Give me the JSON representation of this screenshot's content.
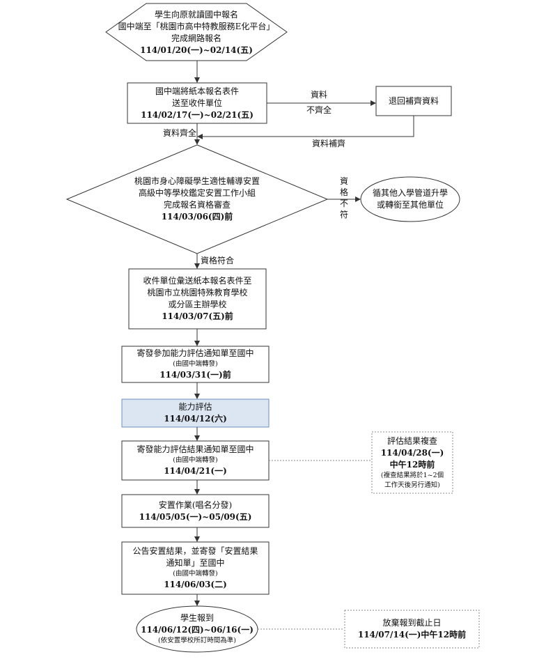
{
  "nodes": {
    "registration": {
      "lines": [
        "學生向原就讀國中報名",
        "國中端至「桃園市高中特教服務E化平台」",
        "完成網路報名"
      ],
      "date": "114/01/20(一)~02/14(五)"
    },
    "submit_paper": {
      "lines": [
        "國中端將紙本報名表件",
        "送至收件單位"
      ],
      "date": "114/02/17(一)~02/21(五)"
    },
    "return_docs": {
      "lines": [
        "退回補齊資料"
      ]
    },
    "review": {
      "lines": [
        "桃園市身心障礙學生適性輔導安置",
        "高級中等學校鑑定安置工作小組",
        "完成報名資格審查"
      ],
      "date": "114/03/06(四)前"
    },
    "other_path": {
      "lines": [
        "循其他入學管道升學",
        "或轉銜至其他單位"
      ]
    },
    "forward": {
      "lines": [
        "收件單位彙送紙本報名表件至",
        "桃園市立桃園特殊教育學校",
        "或分區主辦學校"
      ],
      "date": "114/03/07(五)前"
    },
    "notice": {
      "lines": [
        "寄發參加能力評估通知單至國中"
      ],
      "note": "(由國中端轉發)",
      "date": "114/03/31(一)前"
    },
    "assessment": {
      "lines": [
        "能力評估"
      ],
      "date": "114/04/12(六)"
    },
    "result_notice": {
      "lines": [
        "寄發能力評估結果通知單至國中"
      ],
      "note": "(由國中端轉發)",
      "date": "114/04/21(一)"
    },
    "recheck": {
      "lines": [
        "評估結果複查"
      ],
      "date_lines": [
        "114/04/28(一)",
        "中午12時前"
      ],
      "notes": [
        "(複查結果將於1~2個",
        "工作天後另行通知)"
      ]
    },
    "placement": {
      "lines": [
        "安置作業(唱名分發)"
      ],
      "date": "114/05/05(一)~05/09(五)"
    },
    "announce": {
      "lines": [
        "公告安置結果，並寄發「安置結果",
        "通知單」至國中"
      ],
      "note": "(由國中端轉發)",
      "date": "114/06/03(二)"
    },
    "enroll": {
      "lines": [
        "學生報到"
      ],
      "date": "114/06/12(四)~06/16(一)",
      "note": "(依安置學校所訂時間為準)"
    },
    "deadline": {
      "lines": [
        "放棄報到截止日"
      ],
      "date": "114/07/14(一)中午12時前"
    }
  },
  "edge_labels": {
    "incomplete": [
      "資料",
      "不齊全"
    ],
    "complete": "資料齊全",
    "supplemented": "資料補齊",
    "not_qualified": [
      "資",
      "格",
      "不",
      "符"
    ],
    "qualified": "資格符合"
  },
  "colors": {
    "stroke": "#333333",
    "highlight_fill": "#dce6f2",
    "highlight_stroke": "#6b8fbf",
    "dotted": "#888888"
  }
}
